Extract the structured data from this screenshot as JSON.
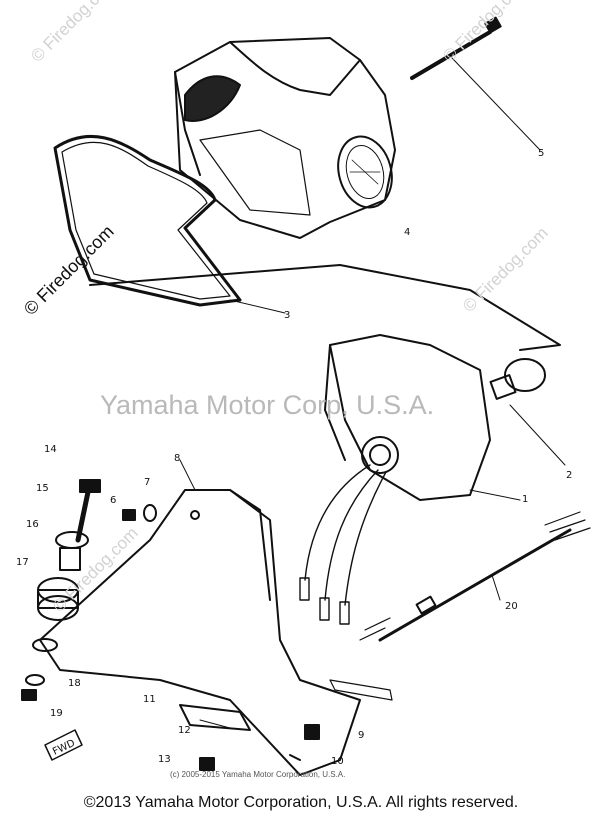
{
  "watermarks": {
    "center": "Yamaha Motor Corp, U.S.A.",
    "diagonal": [
      "© Firedog.com",
      "© Firedog.com",
      "© Firedog.com",
      "© Firedog.com",
      "© Firedog.com"
    ]
  },
  "callouts": [
    "1",
    "2",
    "3",
    "4",
    "5",
    "6",
    "7",
    "8",
    "9",
    "10",
    "11",
    "12",
    "13",
    "14",
    "15",
    "16",
    "17",
    "18",
    "19",
    "20"
  ],
  "small_copyright": "(c) 2005-2015 Yamaha Motor Corporation, U.S.A.",
  "footer": "©2013 Yamaha Motor Corporation, U.S.A. All rights reserved.",
  "direction_marker": "FWD"
}
